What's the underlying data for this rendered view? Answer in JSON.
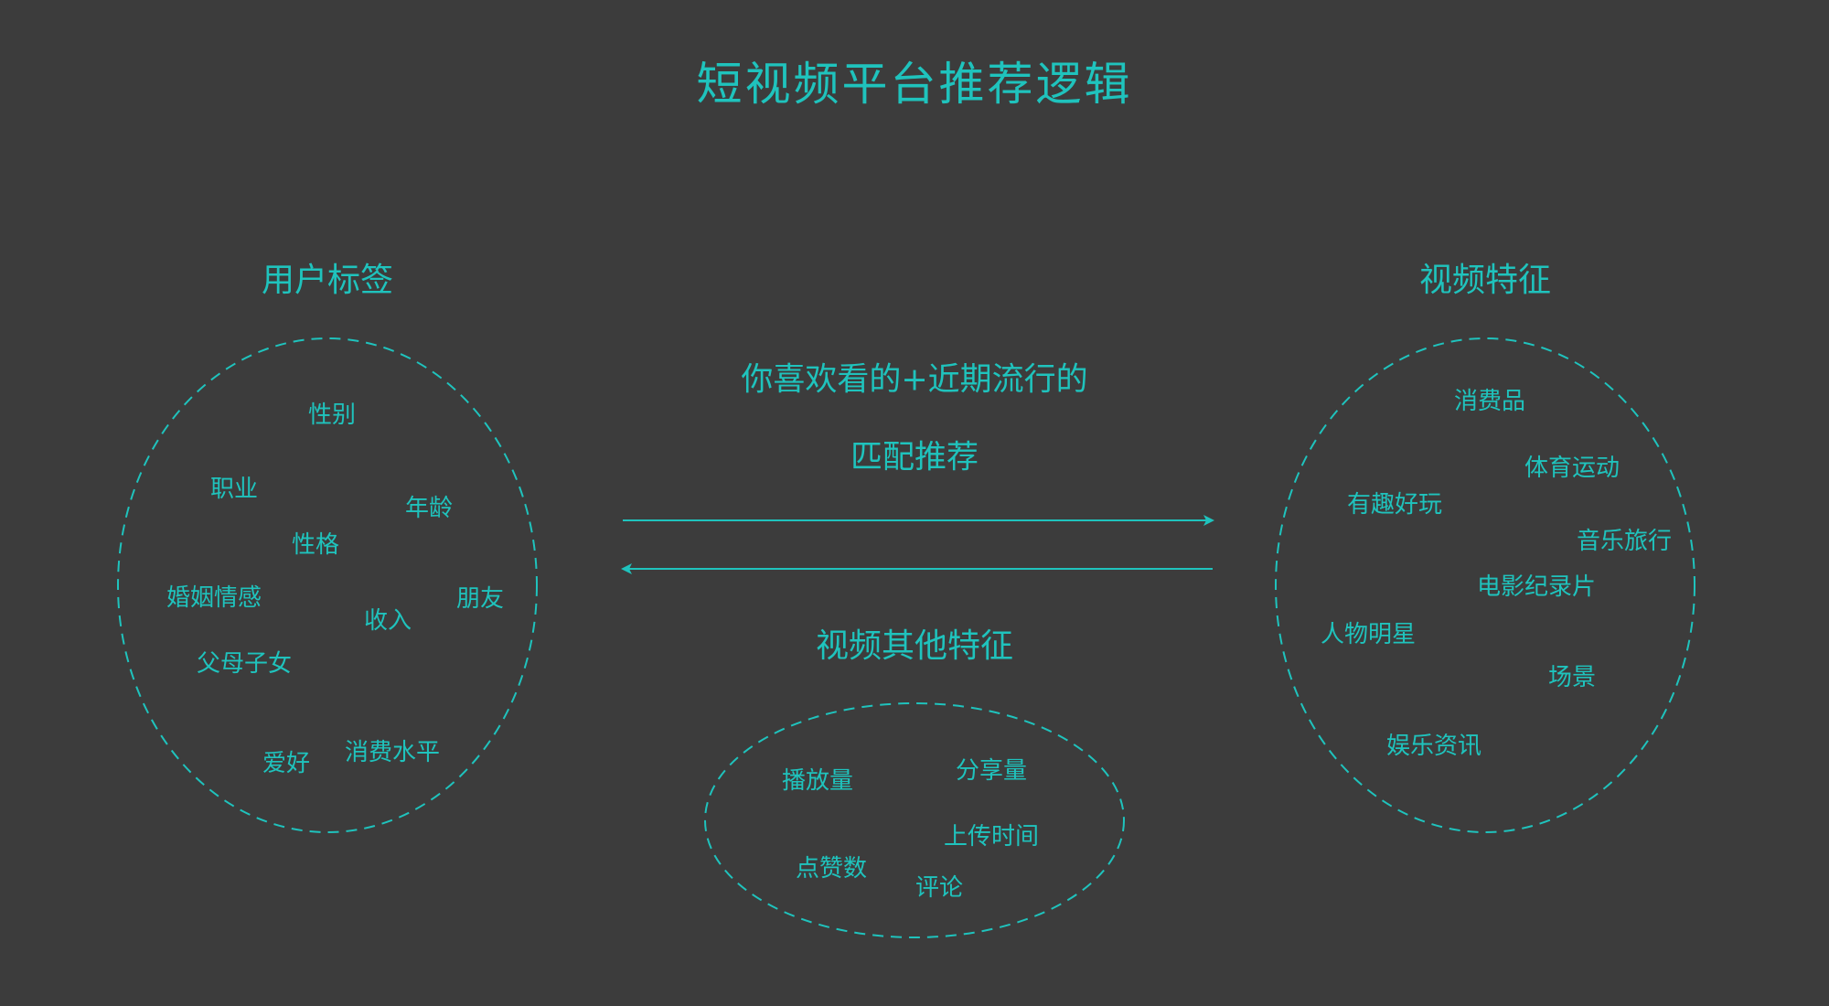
{
  "title": "短视频平台推荐逻辑",
  "user_tags": {
    "heading": "用户标签",
    "items": [
      "性别",
      "职业",
      "年龄",
      "性格",
      "婚姻情感",
      "收入",
      "朋友",
      "父母子女",
      "爱好",
      "消费水平"
    ]
  },
  "video_features": {
    "heading": "视频特征",
    "items": [
      "消费品",
      "体育运动",
      "有趣好玩",
      "音乐旅行",
      "电影纪录片",
      "人物明星",
      "场景",
      "娱乐资讯"
    ]
  },
  "center": {
    "line1": "你喜欢看的+近期流行的",
    "line2": "匹配推荐"
  },
  "other_features": {
    "heading": "视频其他特征",
    "items": [
      "播放量",
      "分享量",
      "上传时间",
      "点赞数",
      "评论"
    ]
  },
  "colors": {
    "background": "#3c3c3c",
    "accent": "#1fc3bd"
  }
}
